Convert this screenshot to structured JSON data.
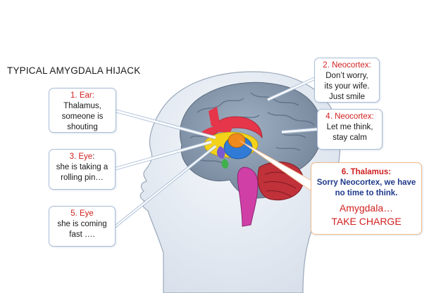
{
  "title": "TYPICAL AMYGDALA HIJACK",
  "boxes": {
    "ear": {
      "head": "1. Ear:",
      "lines": [
        "Thalamus,",
        "someone is",
        "shouting"
      ]
    },
    "eye3": {
      "head": "3. Eye",
      "head_suffix": ":",
      "lines": [
        "she is taking a",
        "rolling pin…"
      ]
    },
    "eye5": {
      "head": "5. Eye",
      "lines": [
        "she is coming",
        "fast …."
      ]
    },
    "neo2": {
      "head": "2. Neocortex:",
      "lines": [
        "Don’t worry,",
        "its your wife.",
        "Just smile"
      ]
    },
    "neo4": {
      "head": "4. Neocortex:",
      "lines": [
        "Let me think,",
        "stay calm"
      ]
    },
    "thalamus": {
      "head": "6. Thalamus:",
      "blue_lines": [
        "Sorry Neocortex, we have",
        "no time to think."
      ],
      "big_lines": [
        "Amygdala…",
        "TAKE CHARGE"
      ]
    }
  },
  "colors": {
    "box_border": "#a7bcd6",
    "thalamus_border": "#f0b98a",
    "head_red": "#d21f1f",
    "text_blue": "#1f3a8a",
    "head_fill": "#e7edf6",
    "brain_fill": "#8fa0b4"
  }
}
